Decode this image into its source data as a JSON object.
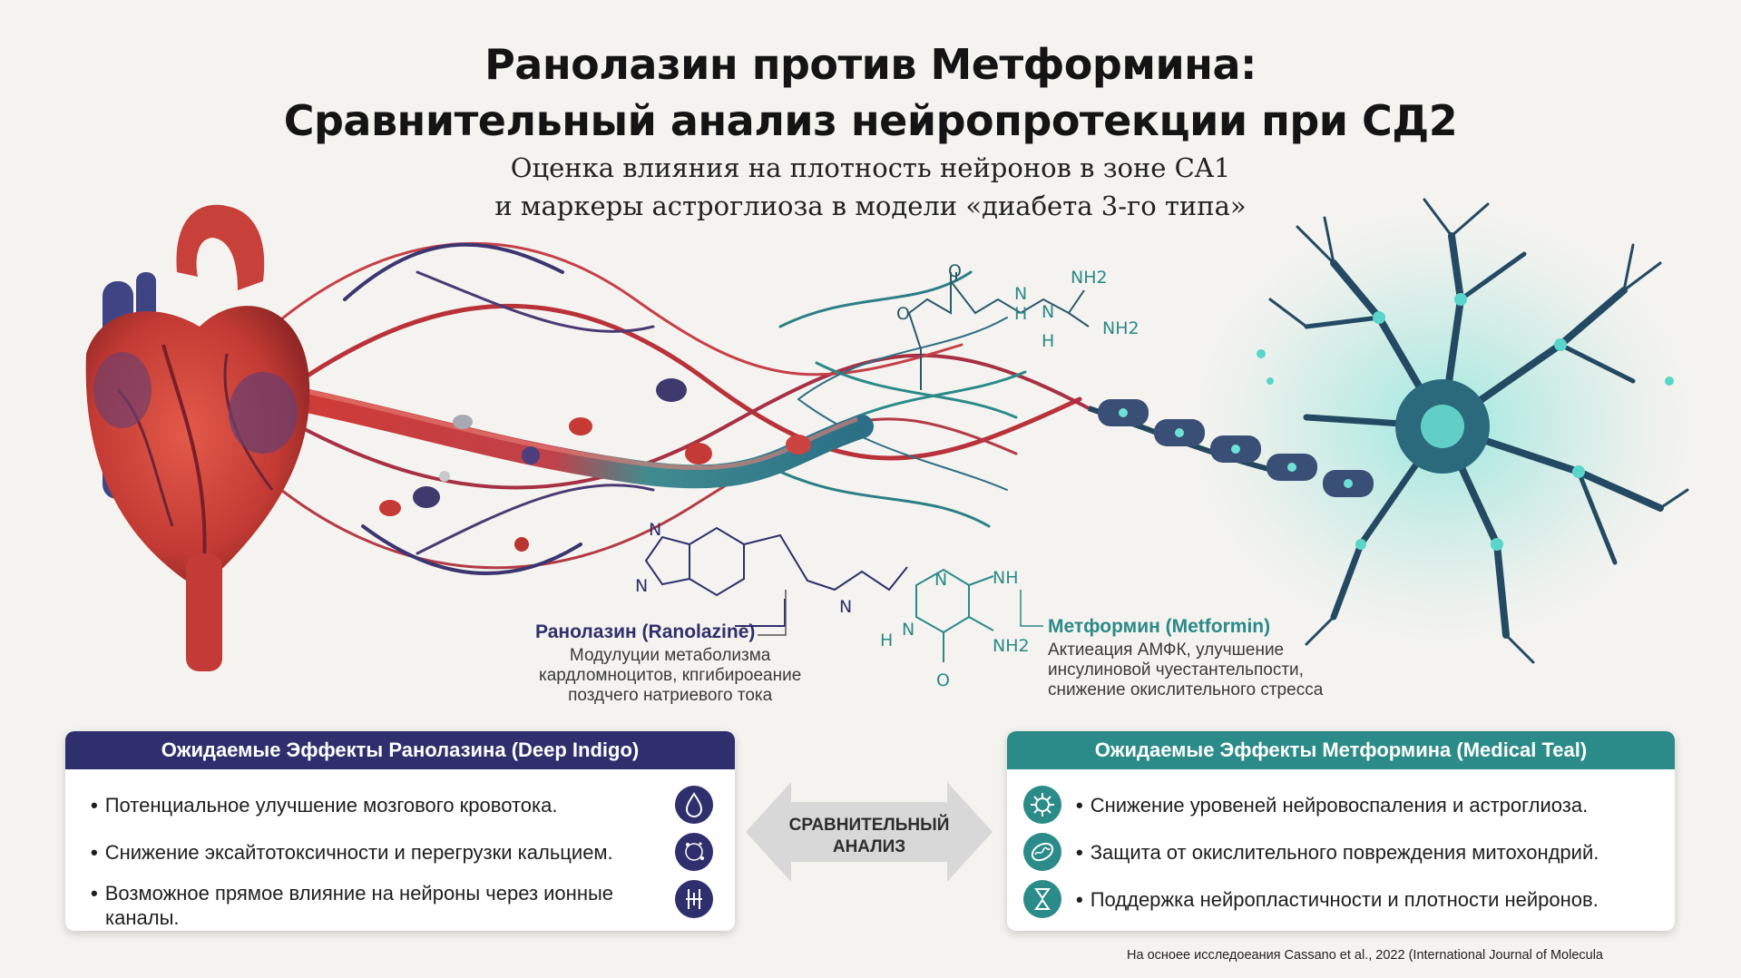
{
  "header": {
    "title_line1": "Ранолазин против Метформина:",
    "title_line2": "Сравнительный анализ нейропротекции при СД2",
    "subtitle_line1": "Оценка влияния на плотность нейронов в зоне CA1",
    "subtitle_line2": "и маркеры астроглиоза в модели «диабета 3-го типа»"
  },
  "molecules": {
    "top_atoms": [
      "O",
      "O",
      "NH2",
      "N",
      "N",
      "NH2",
      "H",
      "H"
    ],
    "bottom_atoms": [
      "N",
      "N",
      "N",
      "N",
      "NH",
      "NH2",
      "N",
      "O",
      "H"
    ]
  },
  "ranolazine": {
    "name": "Ранолазин (Ranolazine)",
    "desc_line1": "Модулуции метаболизма",
    "desc_line2": "кардломноцитов, кпгибироеание",
    "desc_line3": "поздчего натриевого тока",
    "color": "#2e2f6b"
  },
  "metformin": {
    "name": "Метформин (Metformin)",
    "desc_line1": "Актиеация АМФК, улучшение",
    "desc_line2": "инсулиновой чуестантельпости,",
    "desc_line3": "снижение окислительного стресса",
    "color": "#2a8a87"
  },
  "ranolazine_card": {
    "header": "Ожидаемые Эффекты Ранолазина (Deep Indigo)",
    "header_color": "#2f2f6e",
    "items": [
      {
        "text": "Потенциальное улучшение мозгового кровотока.",
        "icon": "drop-icon"
      },
      {
        "text": "Снижение эксайтотоксичности и перегрузки кальцием.",
        "icon": "calcium-icon"
      },
      {
        "text": "Возможное прямое влияние на нейроны через ионные каналы.",
        "icon": "ion-channel-icon"
      }
    ]
  },
  "metformin_card": {
    "header": "Ожидаемые Эффекты Метформина (Medical Teal)",
    "header_color": "#2b8b88",
    "items": [
      {
        "text": "Снижение уровеней нейровоспаления и астроглиоза.",
        "icon": "microglia-icon"
      },
      {
        "text": "Защита от окислительного повреждения митохондрий.",
        "icon": "mitochondria-icon"
      },
      {
        "text": "Поддержка нейропластичности и плотности нейронов.",
        "icon": "synapse-icon"
      }
    ]
  },
  "center": {
    "label_line1": "СРАВНИТЕЛЬНЫЙ",
    "label_line2": "АНАЛИЗ"
  },
  "footer": {
    "citation": "На осноее исследоеания Cassano et al., 2022 (International Journal of Molecula"
  }
}
